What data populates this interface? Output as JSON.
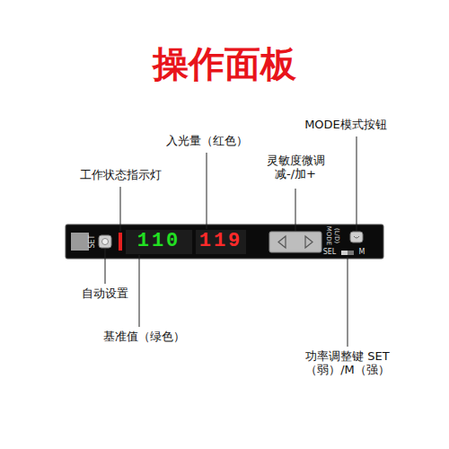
{
  "diagram": {
    "title": "操作面板",
    "nodes": [
      {
        "text": [
          "SET",
          "110",
          "119",
          "MODE",
          "(L/D)",
          "SEL",
          "M"
        ]
      }
    ],
    "labels": [
      "入光量（红色）",
      "MODE模式按钮",
      "灵敏度微调 减-/加+",
      "工作状态指示灯",
      "自动设置",
      "基准值（绿色）",
      "功率调整键 SET（弱）/M（强）"
    ]
  }
}
